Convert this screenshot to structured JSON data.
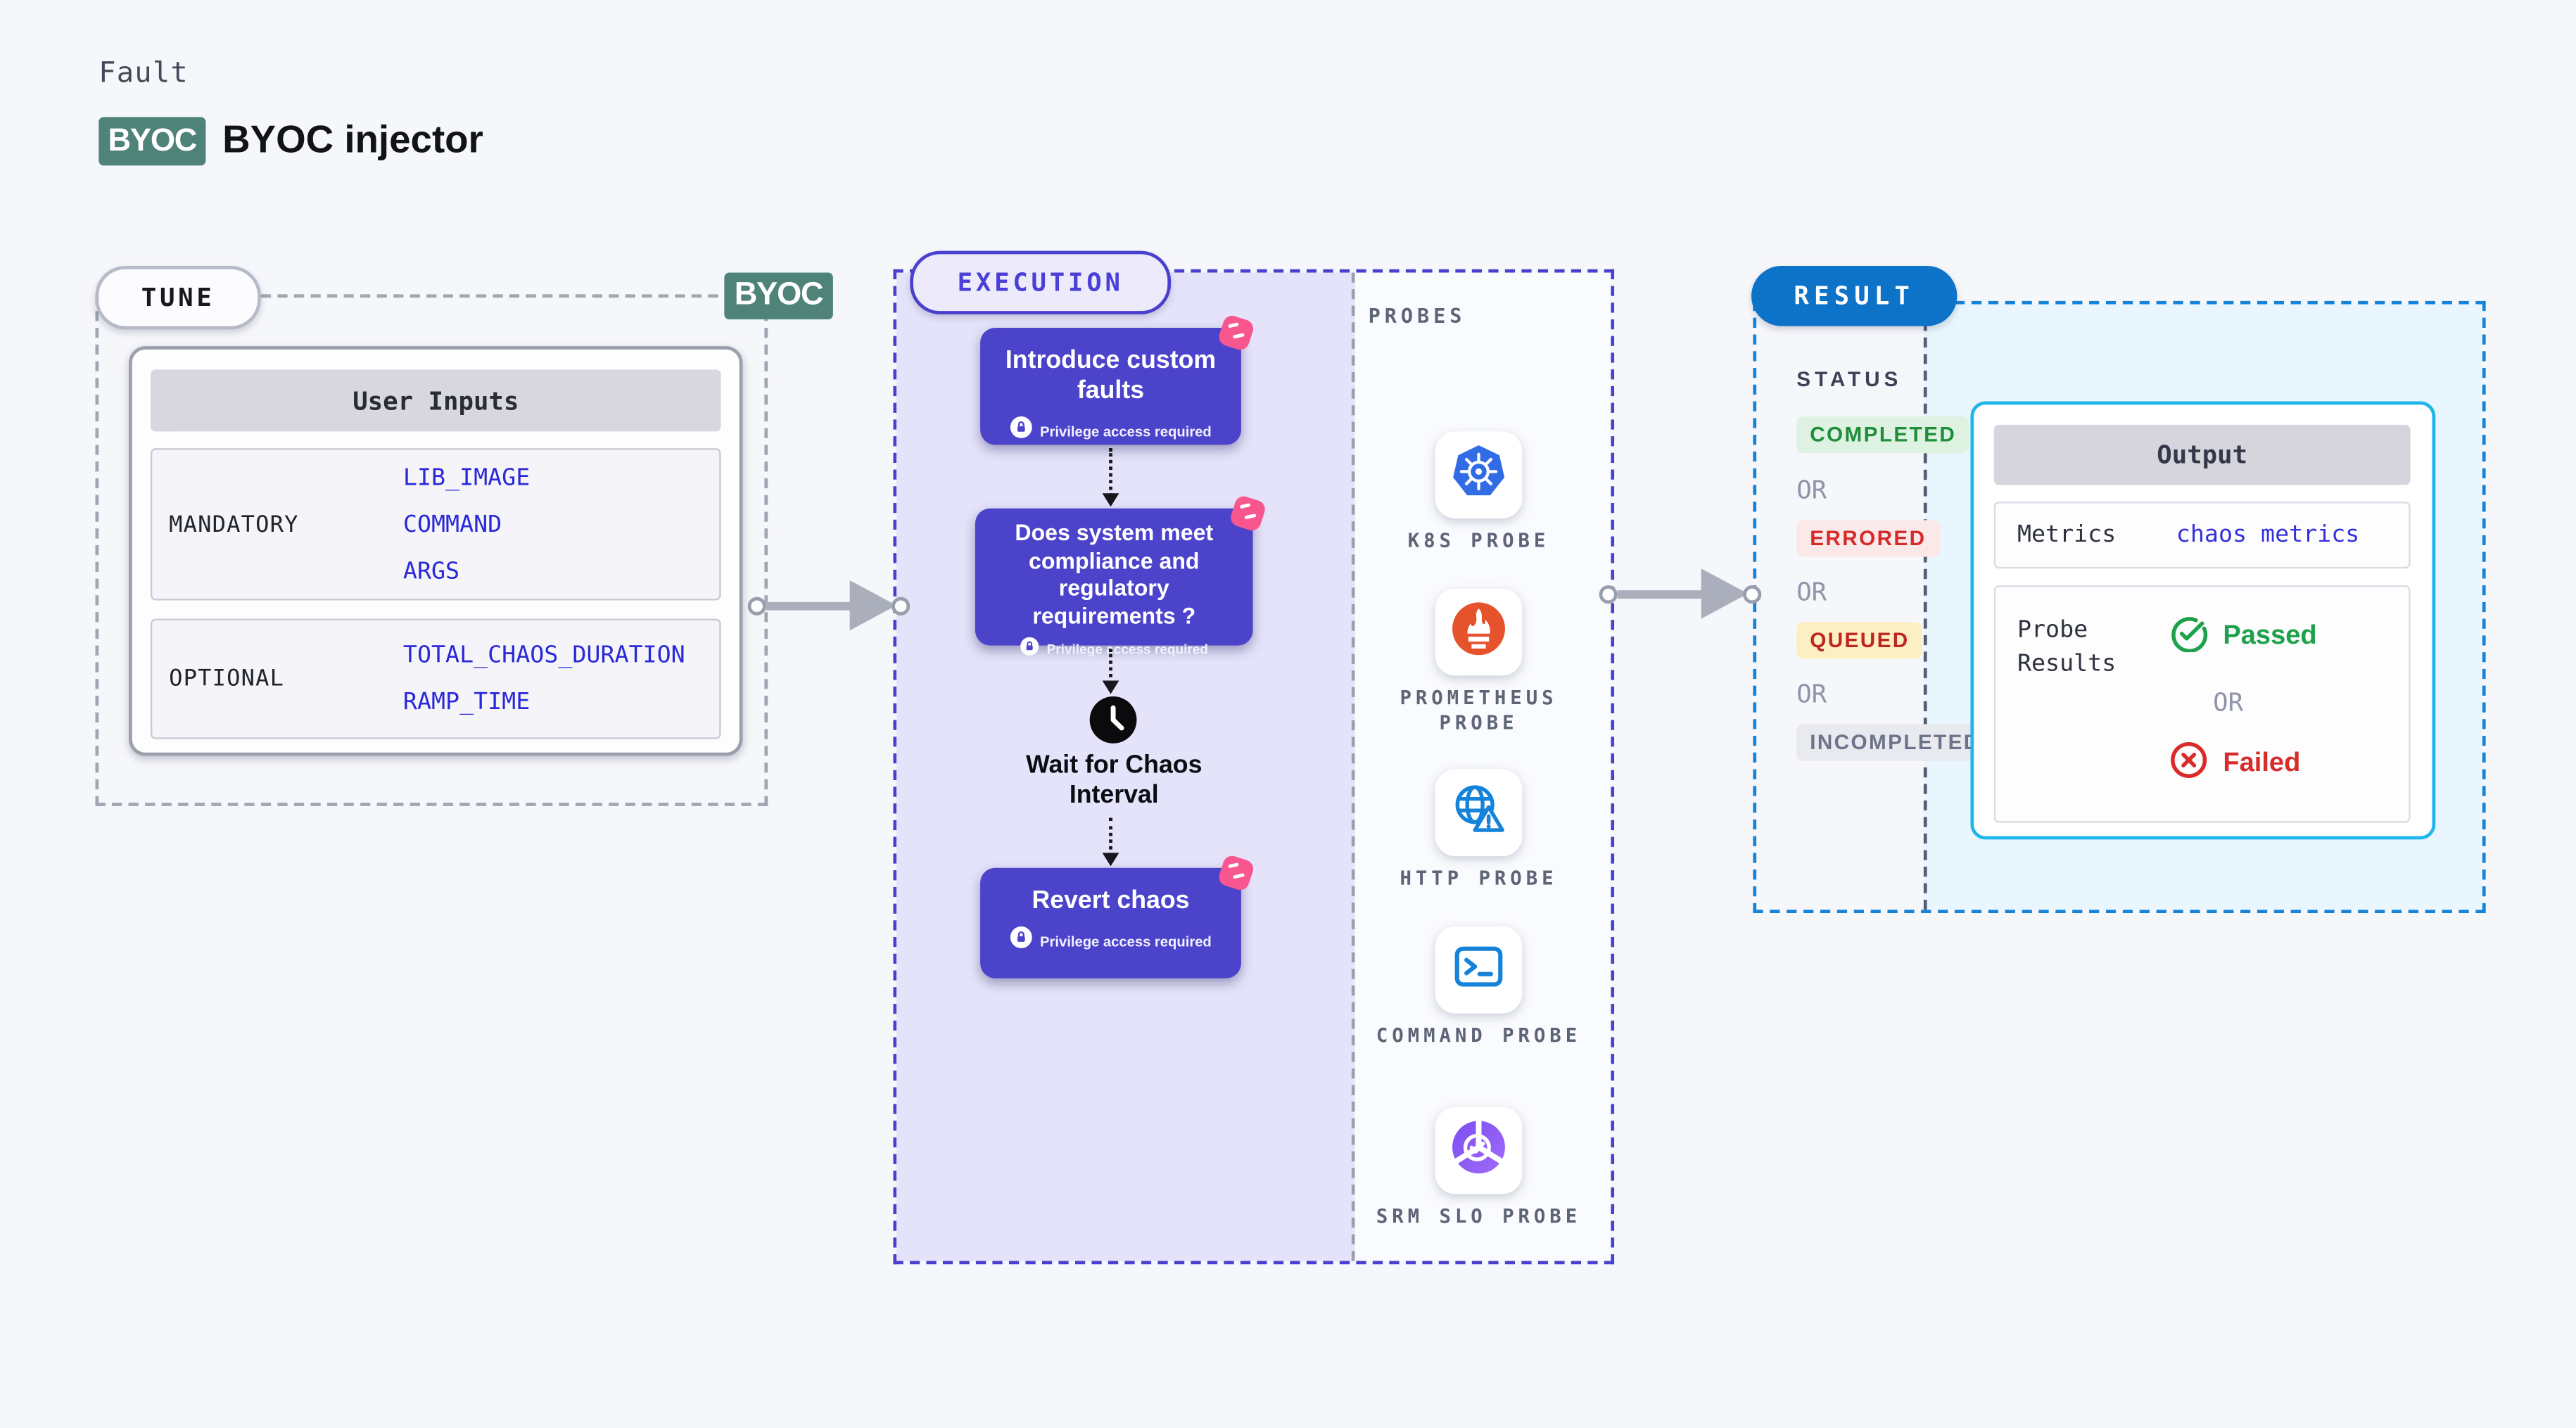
{
  "header": {
    "eyebrow": "Fault",
    "badge": "BYOC",
    "title": "BYOC injector"
  },
  "tune": {
    "label": "TUNE",
    "corner_badge": "BYOC",
    "user_inputs": {
      "title": "User Inputs",
      "rows": [
        {
          "label": "MANDATORY",
          "values": [
            "LIB_IMAGE",
            "COMMAND",
            "ARGS"
          ]
        },
        {
          "label": "OPTIONAL",
          "values": [
            "TOTAL_CHAOS_DURATION",
            "RAMP_TIME"
          ]
        }
      ]
    }
  },
  "execution": {
    "label": "EXECUTION",
    "privilege_note": "Privilege access required",
    "steps": [
      {
        "title": "Introduce custom faults"
      },
      {
        "title": "Does system meet compliance and regulatory requirements ?"
      },
      {
        "title": "Wait for Chaos Interval",
        "type": "wait"
      },
      {
        "title": "Revert chaos"
      }
    ]
  },
  "probes": {
    "label": "PROBES",
    "items": [
      {
        "name": "K8S PROBE",
        "icon": "kubernetes-icon"
      },
      {
        "name": "PROMETHEUS PROBE",
        "icon": "prometheus-icon"
      },
      {
        "name": "HTTP PROBE",
        "icon": "http-globe-icon"
      },
      {
        "name": "COMMAND PROBE",
        "icon": "terminal-icon"
      },
      {
        "name": "SRM SLO PROBE",
        "icon": "slo-pie-check-icon"
      }
    ]
  },
  "result": {
    "label": "RESULT",
    "status": {
      "label": "STATUS",
      "separator": "OR",
      "badges": [
        {
          "text": "COMPLETED",
          "fg": "#1e8e3a",
          "bg": "#ddf2e0"
        },
        {
          "text": "ERRORED",
          "fg": "#d62a2a",
          "bg": "#fbe8e8"
        },
        {
          "text": "QUEUED",
          "fg": "#c0251f",
          "bg": "#fcefc4"
        },
        {
          "text": "INCOMPLETED",
          "fg": "#6d7389",
          "bg": "#e9e9f0"
        }
      ]
    },
    "output": {
      "title": "Output",
      "metrics_label": "Metrics",
      "metrics_value": "chaos metrics",
      "probe_results_label": "Probe Results",
      "passed": "Passed",
      "separator": "OR",
      "failed": "Failed"
    }
  },
  "colors": {
    "page_bg": "#f6f7fb",
    "teal_badge": "#4f837a",
    "node_indigo": "#4c43cb",
    "indigo_dash": "#4a40ce",
    "gray_dash": "#9aa0ac",
    "lavender_panel": "#e5e3f9",
    "value_text_blue": "#2a29d8",
    "result_pill_blue": "#0d73c9",
    "blue_dash": "#1583da",
    "cyan_panel": "#e9f6fd",
    "cyan_card_border": "#1fb6ea",
    "passed_green": "#1da14b",
    "failed_red": "#da2b2b",
    "k8s_blue": "#326ce5",
    "prometheus_orange": "#e6522c",
    "http_blue": "#1583da",
    "chaos_pink": "#f8568e",
    "srm_purple": "#8b5cf6"
  }
}
